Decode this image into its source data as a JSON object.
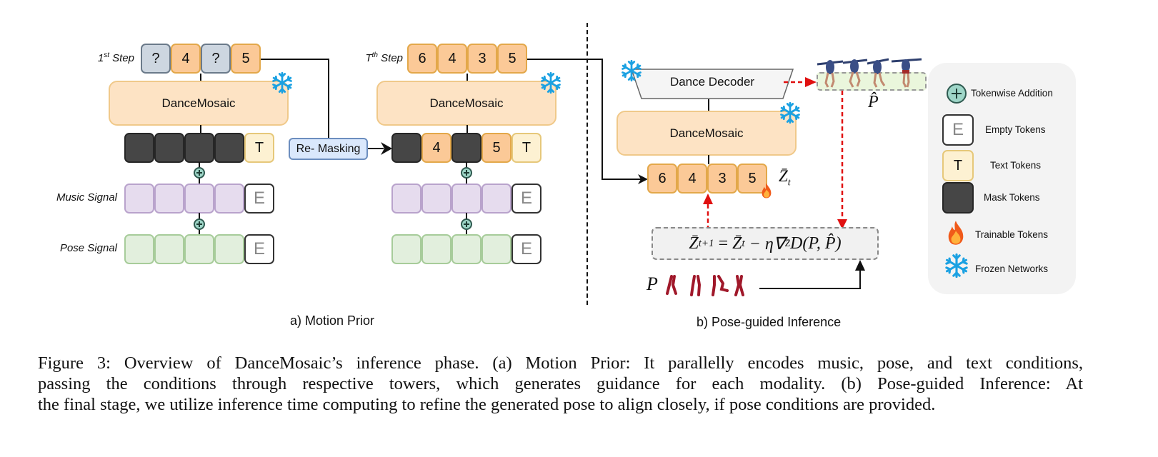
{
  "panel_a": {
    "title": "a) Motion Prior",
    "step1": {
      "label_num": "1",
      "label_sup": "st",
      "label_word": "Step",
      "tokens": [
        "?",
        "4",
        "?",
        "5"
      ],
      "token_kinds": [
        "gray",
        "orange",
        "gray",
        "orange"
      ]
    },
    "stepT": {
      "label_num": "T",
      "label_sup": "th",
      "label_word": "Step",
      "tokens": [
        "6",
        "4",
        "3",
        "5"
      ]
    },
    "model_label": "DanceMosaic",
    "remask_label": "Re- Masking",
    "mask_row_1": {
      "text_token": "T"
    },
    "mask_row_T": {
      "tokens": [
        "",
        "4",
        "",
        "5"
      ],
      "kinds": [
        "dark",
        "orange",
        "dark",
        "orange"
      ],
      "text_token": "T"
    },
    "music_label": "Music Signal",
    "pose_label": "Pose Signal",
    "empty_token": "E"
  },
  "panel_b": {
    "title": "b) Pose-guided Inference",
    "decoder_label": "Dance Decoder",
    "model_label": "DanceMosaic",
    "tokens": [
      "6",
      "4",
      "3",
      "5"
    ],
    "z_label": "Z̄",
    "z_sub": "t",
    "p_hat_label": "P̂",
    "p_label": "P",
    "equation": {
      "lhs": "Z̄",
      "lhs_sub": "t+1",
      "eq": " = ",
      "z": "Z̄",
      "z_sub": "t",
      "minus": " − η∇",
      "grad_sub": "Z̄",
      "tail": "D(P, P̂)"
    }
  },
  "legend": {
    "items": [
      {
        "icon": "tokenwise-addition-icon",
        "label": "Tokenwise Addition"
      },
      {
        "icon": "empty-token-icon",
        "glyph": "E",
        "label": "Empty Tokens"
      },
      {
        "icon": "text-token-icon",
        "glyph": "T",
        "label": "Text Tokens"
      },
      {
        "icon": "mask-token-icon",
        "label": "Mask Tokens"
      },
      {
        "icon": "fire-icon",
        "label": "Trainable Tokens"
      },
      {
        "icon": "snowflake-icon",
        "label": "Frozen Networks"
      }
    ]
  },
  "caption": {
    "lines": [
      "Figure 3: Overview of DanceMosaic’s inference phase. (a) Motion Prior: It parallelly encodes music, pose, and text conditions,",
      "passing the conditions through respective towers, which generates guidance for each modality. (b) Pose-guided Inference: At",
      "the final stage, we utilize inference time computing to refine the generated pose to align closely, if pose conditions are provided."
    ]
  },
  "colors": {
    "token_orange": "#fbc997",
    "token_gray": "#cdd6e0",
    "mask_dark": "#464646",
    "text_token": "#fdf1d2",
    "music": "#e6dcee",
    "pose": "#e2efdd",
    "model_fill": "#fde3c4",
    "remask_fill": "#dae8fc",
    "snowflake": "#1ba1e2",
    "guidance_red": "#e01010"
  }
}
